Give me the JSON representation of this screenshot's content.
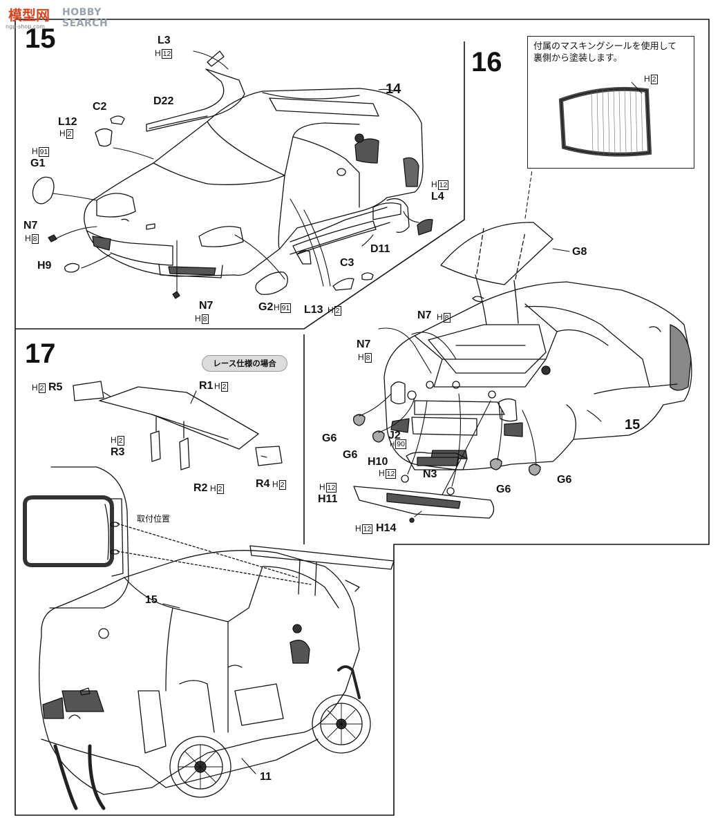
{
  "watermark": {
    "cn": "模型网",
    "text": "HOBBY SEARCH",
    "url": "ngp-shop.com"
  },
  "steps": [
    {
      "id": "step-15",
      "number": "15"
    },
    {
      "id": "step-16",
      "number": "16"
    },
    {
      "id": "step-17",
      "number": "17"
    }
  ],
  "note_16": {
    "line1": "付属のマスキングシールを使用して",
    "line2": "裏側から塗装します。",
    "paint": "H",
    "paint_code": "2"
  },
  "race_badge": "レース仕様の場合",
  "mount_label": "取付位置",
  "labels": [
    {
      "id": "L3",
      "text": "L3",
      "paint": "H",
      "code": "12"
    },
    {
      "id": "C2",
      "text": "C2"
    },
    {
      "id": "D22",
      "text": "D22"
    },
    {
      "id": "14",
      "text": "14"
    },
    {
      "id": "L12",
      "text": "L12",
      "paint": "H",
      "code": "2"
    },
    {
      "id": "G1",
      "text": "G1",
      "paint": "H",
      "code": "91"
    },
    {
      "id": "N7a",
      "text": "N7",
      "paint": "H",
      "code": "8"
    },
    {
      "id": "H9",
      "text": "H9"
    },
    {
      "id": "L4",
      "text": "L4",
      "paint": "H",
      "code": "12"
    },
    {
      "id": "D11",
      "text": "D11"
    },
    {
      "id": "C3",
      "text": "C3"
    },
    {
      "id": "N7b",
      "text": "N7",
      "paint": "H",
      "code": "8"
    },
    {
      "id": "G2",
      "text": "G2",
      "paint": "H",
      "code": "91"
    },
    {
      "id": "L13",
      "text": "L13",
      "paint": "H",
      "code": "2"
    },
    {
      "id": "G8",
      "text": "G8"
    },
    {
      "id": "N7c",
      "text": "N7",
      "paint": "H",
      "code": "8"
    },
    {
      "id": "N7d",
      "text": "N7",
      "paint": "H",
      "code": "8"
    },
    {
      "id": "15b",
      "text": "15"
    },
    {
      "id": "G6a",
      "text": "G6"
    },
    {
      "id": "G6b",
      "text": "G6"
    },
    {
      "id": "J2",
      "text": "J2",
      "paint": "H",
      "code": "90"
    },
    {
      "id": "H10",
      "text": "H10",
      "paint": "H",
      "code": "12"
    },
    {
      "id": "N3",
      "text": "N3"
    },
    {
      "id": "G6c",
      "text": "G6"
    },
    {
      "id": "G6d",
      "text": "G6"
    },
    {
      "id": "H11",
      "text": "H11",
      "paint": "H",
      "code": "12"
    },
    {
      "id": "H14",
      "text": "H14",
      "paint": "H",
      "code": "12"
    },
    {
      "id": "R5",
      "text": "R5",
      "paint": "H",
      "code": "2"
    },
    {
      "id": "R1",
      "text": "R1",
      "paint": "H",
      "code": "2"
    },
    {
      "id": "R3",
      "text": "R3",
      "paint": "H",
      "code": "2"
    },
    {
      "id": "R2",
      "text": "R2",
      "paint": "H",
      "code": "2"
    },
    {
      "id": "R4",
      "text": "R4",
      "paint": "H",
      "code": "2"
    },
    {
      "id": "15c",
      "text": "15"
    },
    {
      "id": "11",
      "text": "11"
    }
  ]
}
